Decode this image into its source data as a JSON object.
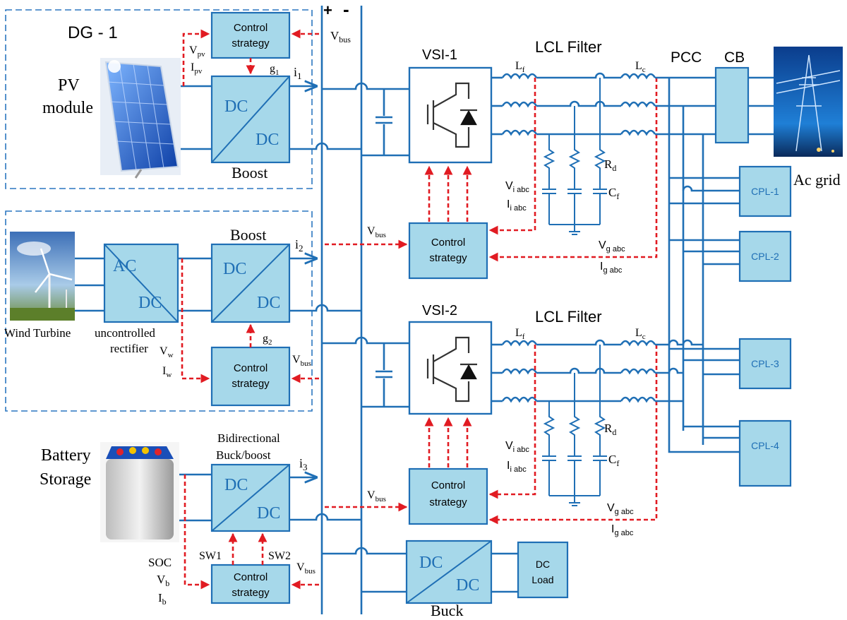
{
  "title_dg1": "DG - 1",
  "pv": {
    "label1": "PV",
    "label2": "module"
  },
  "wind": {
    "label": "Wind Turbine"
  },
  "battery": {
    "label1": "Battery",
    "label2": "Storage"
  },
  "bus": {
    "plus": "+",
    "minus": "-"
  },
  "converters": {
    "dc": "DC",
    "ac": "AC",
    "boost": "Boost",
    "buck": "Buck",
    "uncontrolled1": "uncontrolled",
    "uncontrolled2": "rectifier",
    "bidir1": "Bidirectional",
    "bidir2": "Buck/boost"
  },
  "control": {
    "line1": "Control",
    "line2": "strategy"
  },
  "vsi": {
    "vsi1": "VSI-1",
    "vsi2": "VSI-2"
  },
  "filter": {
    "title": "LCL Filter"
  },
  "grid": {
    "pcc": "PCC",
    "cb": "CB",
    "ac_grid": "Ac grid"
  },
  "loads": {
    "cpl1": "CPL-1",
    "cpl2": "CPL-2",
    "cpl3": "CPL-3",
    "cpl4": "CPL-4",
    "dc_load1": "DC",
    "dc_load2": "Load"
  },
  "switches": {
    "sw1": "SW1",
    "sw2": "SW2"
  },
  "signals": {
    "V": "V",
    "I": "I",
    "i": "i",
    "g": "g",
    "L": "L",
    "R": "R",
    "C": "C",
    "SOC": "SOC",
    "pv": "pv",
    "bus": "bus",
    "w": "w",
    "b": "b",
    "n1": "1",
    "n2": "2",
    "n3": "3",
    "f": "f",
    "c": "c",
    "d": "d",
    "i_abc": "i abc",
    "g_abc": "g abc"
  }
}
